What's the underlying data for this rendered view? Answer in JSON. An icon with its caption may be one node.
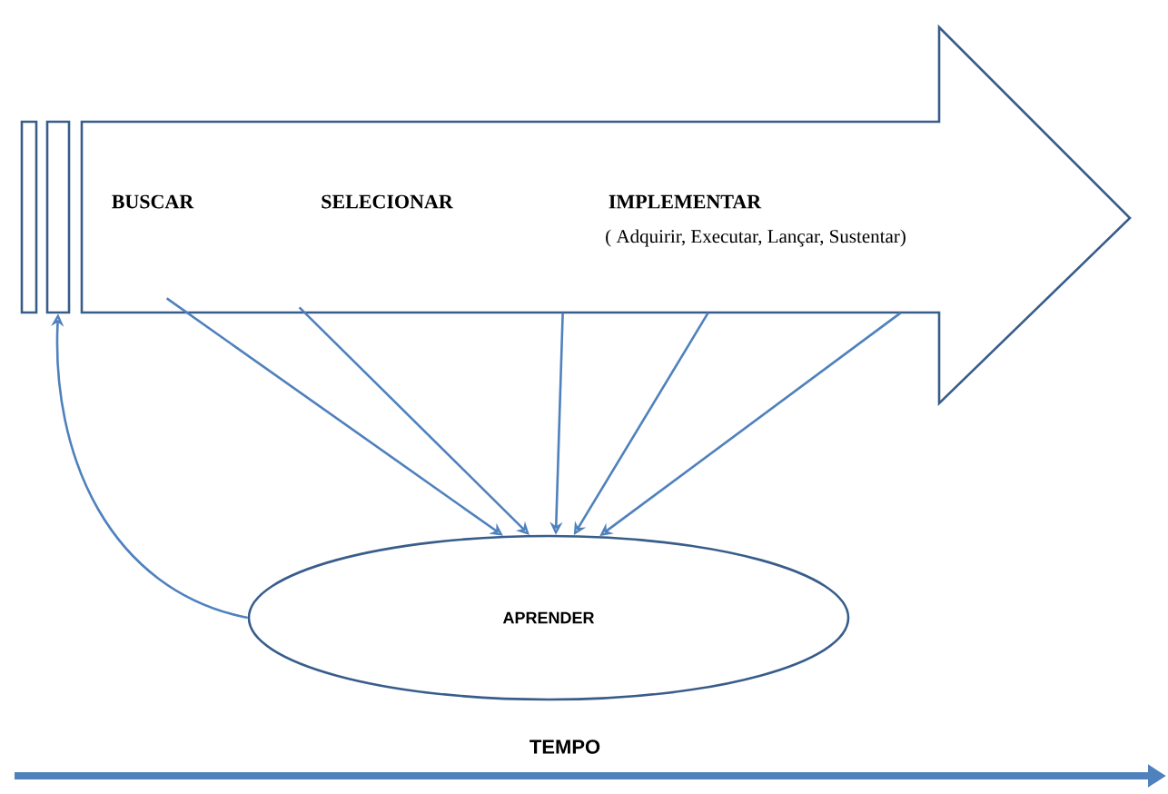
{
  "diagram": {
    "nodes": [
      {
        "text": [
          "BUSCAR",
          "SELECIONAR",
          "IMPLEMENTAR",
          "( Adquirir, Executar, Lançar, Sustentar)"
        ]
      },
      {
        "text": [],
        "shape": "bar"
      },
      {
        "text": [],
        "shape": "bar"
      },
      {
        "text": [
          "APRENDER"
        ]
      }
    ],
    "edges": [
      {
        "from": 0,
        "to": 3,
        "arrow": "to"
      },
      {
        "from": 0,
        "to": 3,
        "arrow": "to"
      },
      {
        "from": 0,
        "to": 3,
        "arrow": "to"
      },
      {
        "from": 0,
        "to": 3,
        "arrow": "to"
      },
      {
        "from": 0,
        "to": 3,
        "arrow": "to"
      },
      {
        "from": 3,
        "to": 2,
        "arrow": "to"
      }
    ],
    "labels": [
      "TEMPO"
    ]
  }
}
